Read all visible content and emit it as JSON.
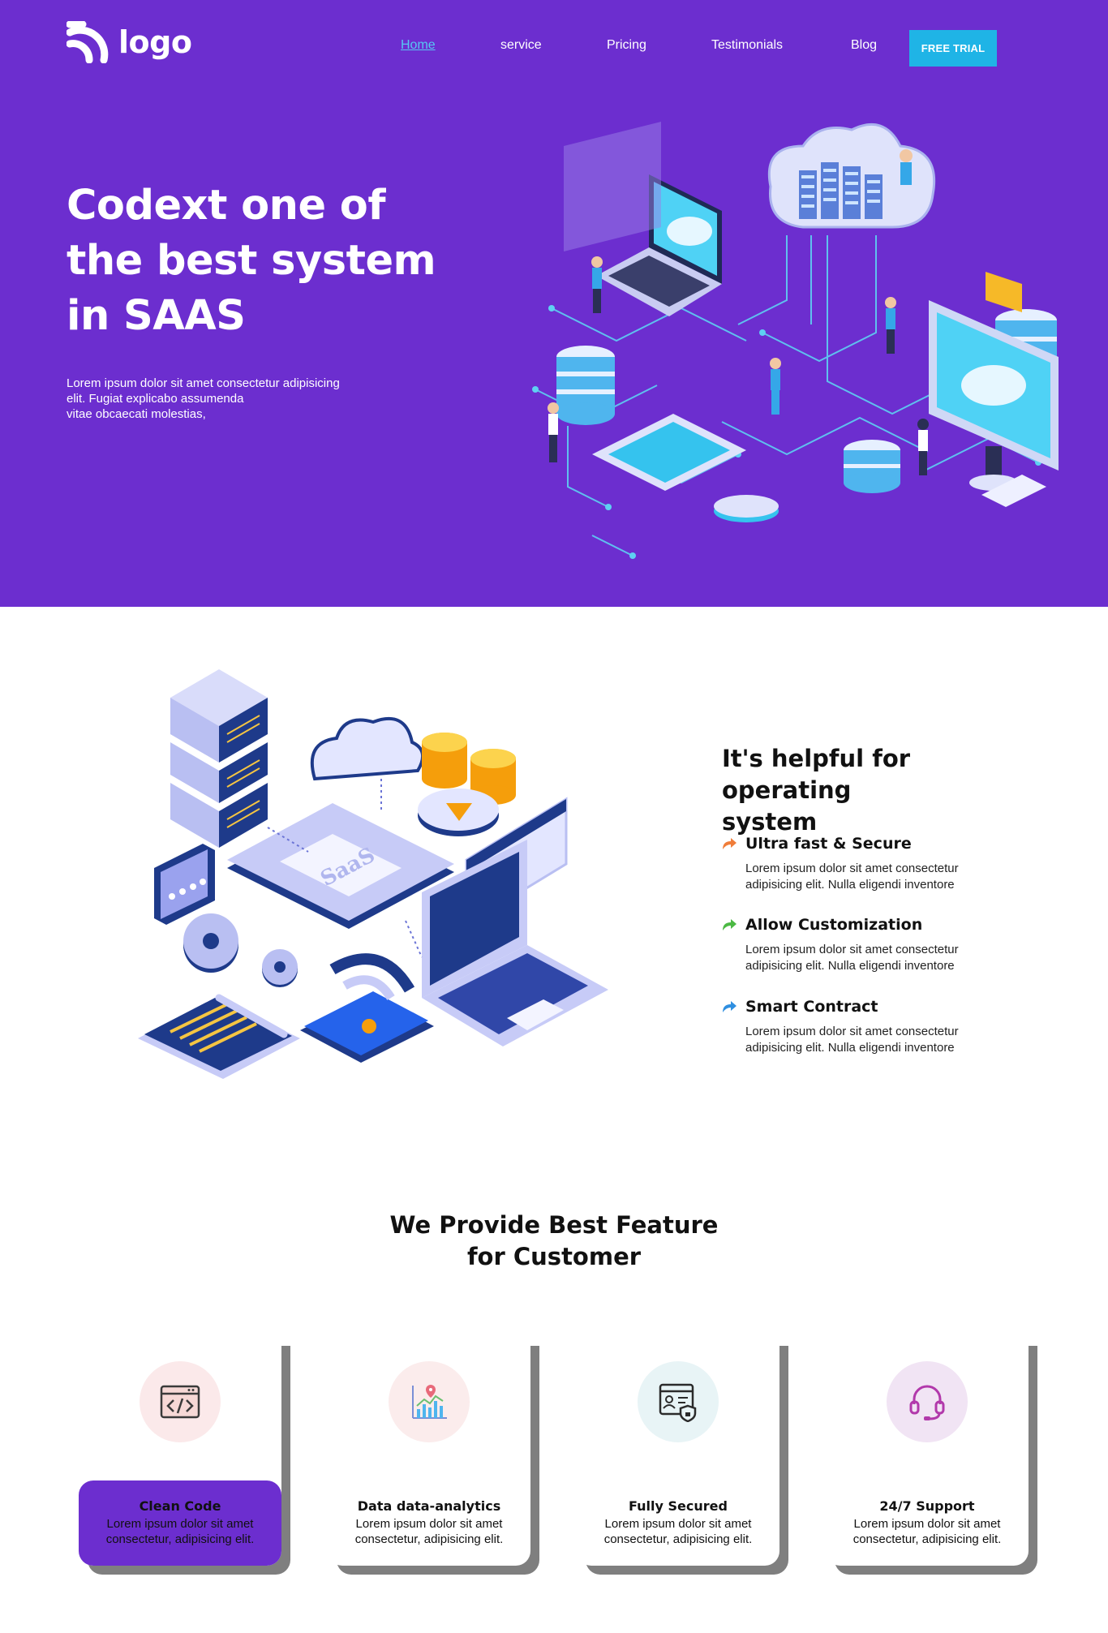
{
  "brand": {
    "logo_text": "logo"
  },
  "nav": {
    "items": [
      {
        "label": "Home",
        "active": true
      },
      {
        "label": "service",
        "active": false
      },
      {
        "label": "Pricing",
        "active": false
      },
      {
        "label": "Testimonials",
        "active": false
      },
      {
        "label": "Blog",
        "active": false
      }
    ],
    "cta_label": "FREE TRIAL"
  },
  "hero": {
    "title_lines": [
      "Codext one of",
      "the best system",
      "in SAAS"
    ],
    "description_lines": [
      "Lorem ipsum dolor sit amet consectetur adipisicing",
      "elit. Fugiat explicabo assumenda",
      "vitae obcaecati molestias,"
    ]
  },
  "section2": {
    "heading_lines": [
      "It's helpful for operating",
      "system"
    ],
    "illustration_label": "SaaS",
    "features": [
      {
        "title": "Ultra fast & Secure",
        "desc_lines": [
          "Lorem ipsum dolor sit amet consectetur",
          "adipisicing elit. Nulla eligendi inventore"
        ],
        "arrow_color": "#f07d3a"
      },
      {
        "title": "Allow Customization",
        "desc_lines": [
          "Lorem ipsum dolor sit amet consectetur",
          "adipisicing elit. Nulla eligendi inventore"
        ],
        "arrow_color": "#4cb944"
      },
      {
        "title": "Smart Contract",
        "desc_lines": [
          "Lorem ipsum dolor sit amet consectetur",
          "adipisicing elit. Nulla eligendi inventore"
        ],
        "arrow_color": "#2f8fe0"
      }
    ]
  },
  "section3": {
    "heading_lines": [
      "We Provide Best Feature",
      "for Customer"
    ],
    "cards": [
      {
        "title": "Clean Code",
        "desc_lines": [
          "Lorem ipsum dolor sit amet",
          "consectetur, adipisicing elit."
        ],
        "icon": "code-window-icon",
        "icon_bg": "#fbe9ea",
        "active": true
      },
      {
        "title": "Data data-analytics",
        "desc_lines": [
          "Lorem ipsum dolor sit amet",
          "consectetur, adipisicing elit."
        ],
        "icon": "analytics-chart-icon",
        "icon_bg": "#fbecec",
        "active": false
      },
      {
        "title": "Fully Secured",
        "desc_lines": [
          "Lorem ipsum dolor sit amet",
          "consectetur, adipisicing elit."
        ],
        "icon": "secure-profile-icon",
        "icon_bg": "#e8f4f6",
        "active": false
      },
      {
        "title": "24/7 Support",
        "desc_lines": [
          "Lorem ipsum dolor sit amet",
          "consectetur, adipisicing elit."
        ],
        "icon": "headset-icon",
        "icon_bg": "#f1e4f4",
        "active": false
      }
    ]
  },
  "colors": {
    "primary": "#6c2ecf",
    "accent": "#1fb4e6",
    "nav_active": "#56c8f2"
  }
}
